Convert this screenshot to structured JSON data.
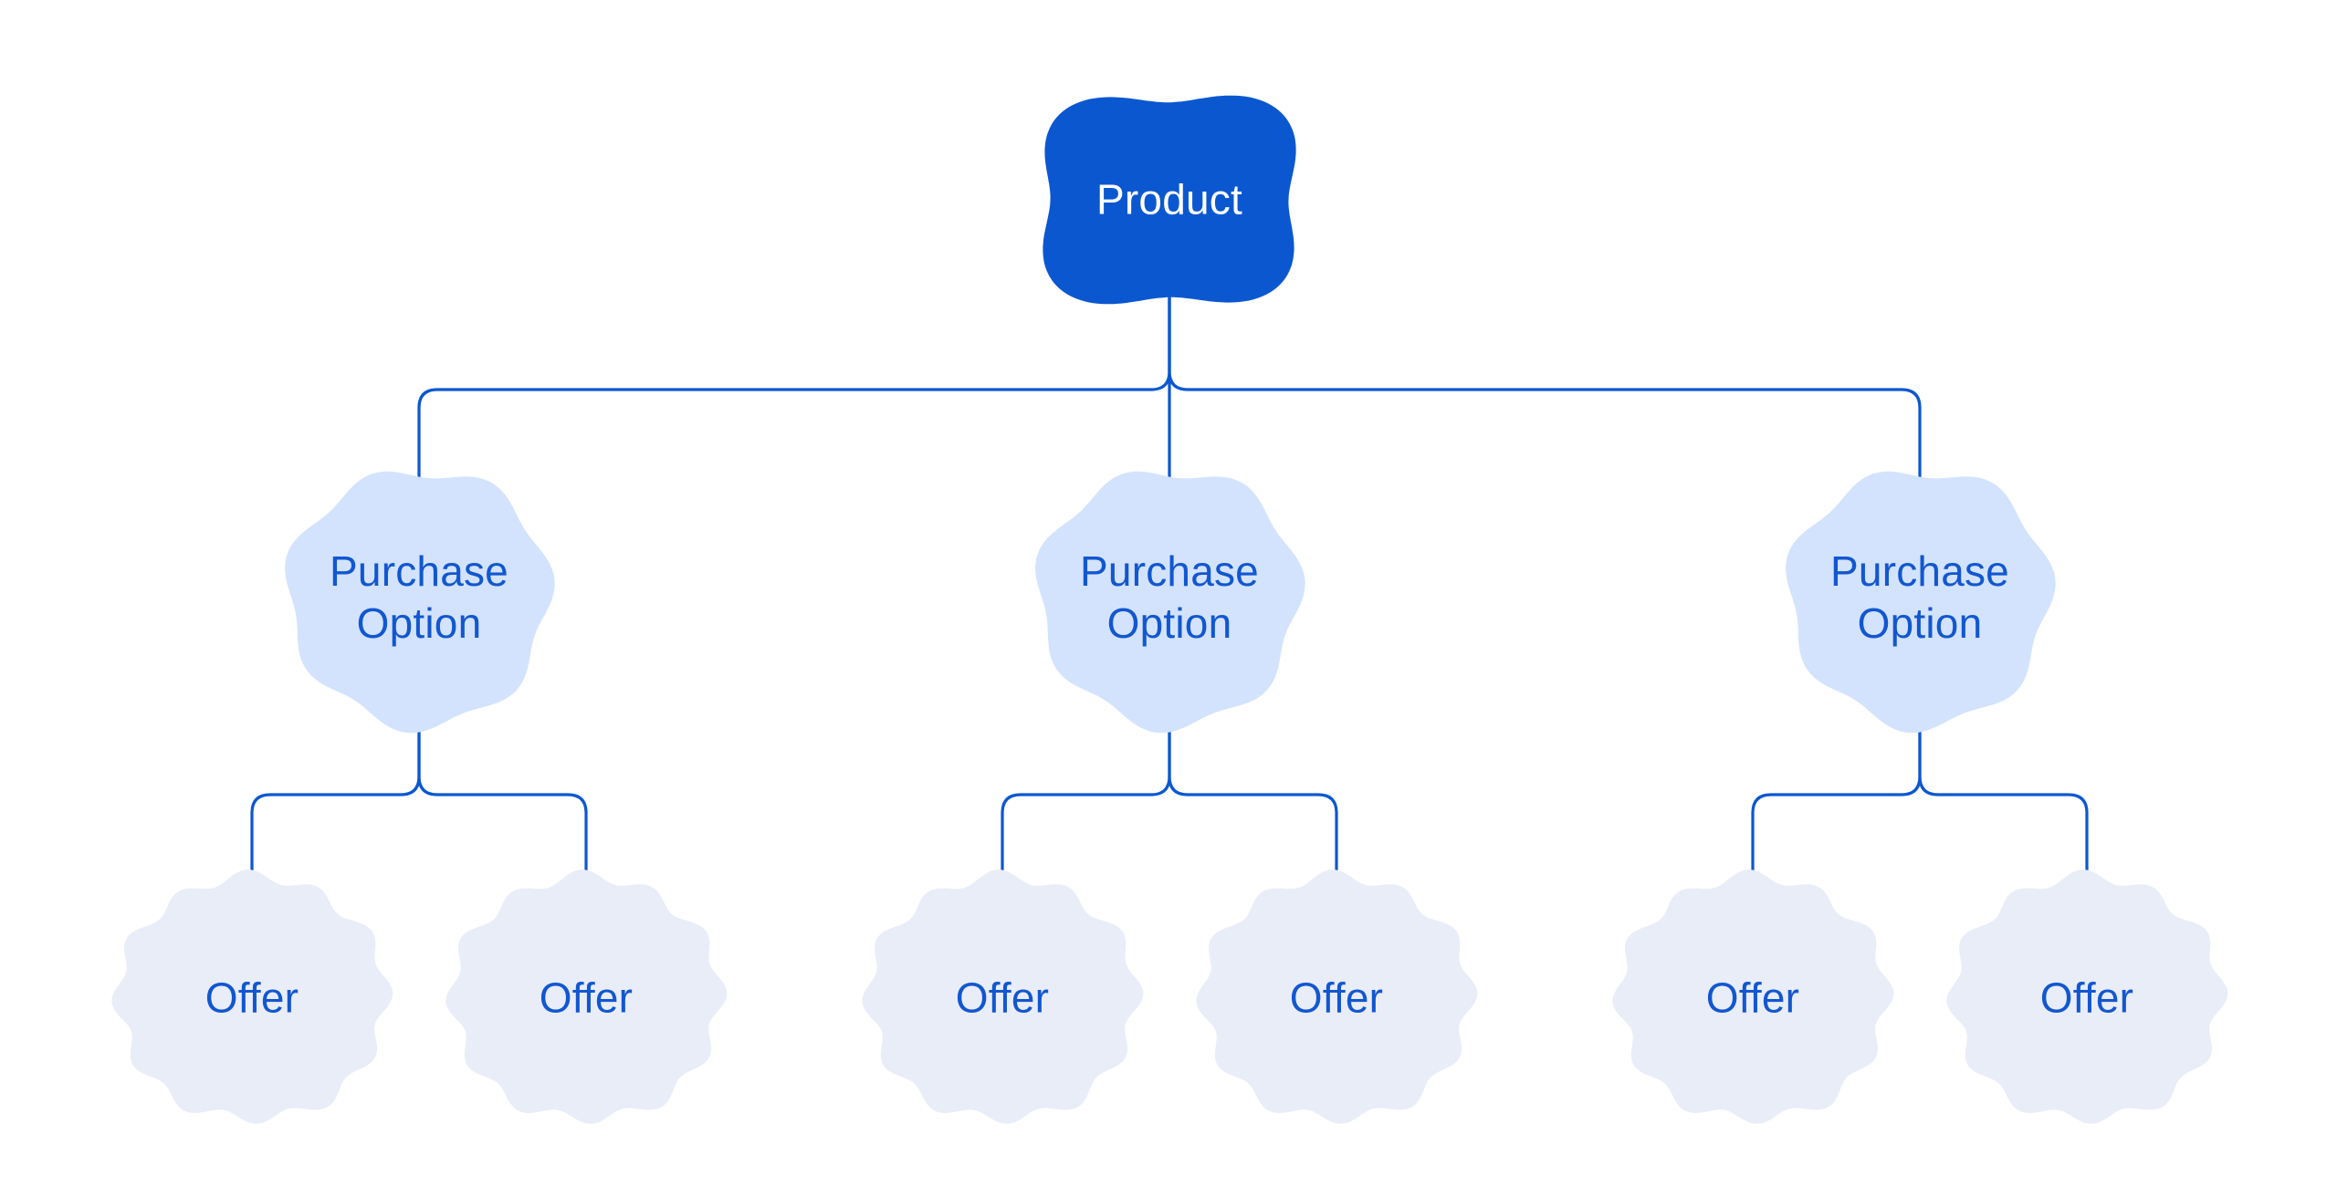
{
  "colors": {
    "background": "#ffffff",
    "product_fill": "#0b57d0",
    "product_text": "#ffffff",
    "option_fill": "#d3e3fd",
    "offer_fill": "#e9edf8",
    "label_blue": "#1257d0",
    "line": "#0b57d0"
  },
  "tree": {
    "root": {
      "label": "Product"
    },
    "purchase_options": [
      {
        "label": "Purchase Option",
        "offers": [
          {
            "label": "Offer"
          },
          {
            "label": "Offer"
          }
        ]
      },
      {
        "label": "Purchase Option",
        "offers": [
          {
            "label": "Offer"
          },
          {
            "label": "Offer"
          }
        ]
      },
      {
        "label": "Purchase Option",
        "offers": [
          {
            "label": "Offer"
          },
          {
            "label": "Offer"
          }
        ]
      }
    ]
  }
}
